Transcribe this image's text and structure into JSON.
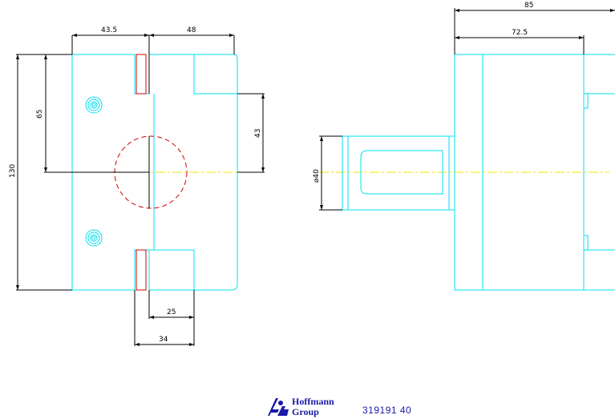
{
  "drawing": {
    "colors": {
      "outline": "#00e0f0",
      "dimension": "#000000",
      "centerline": "#e8e800",
      "hidden": "#cc0000",
      "clamp": "#cc0000",
      "brand": "#1a1aa8"
    },
    "front_view": {
      "dims": {
        "width_left": "43.5",
        "width_right": "48",
        "height_total": "130",
        "height_center": "65",
        "height_cutout": "43",
        "slot_width": "25",
        "slot_outer": "34"
      }
    },
    "side_view": {
      "dims": {
        "length_total": "85",
        "length_body": "72.5",
        "shank_dia": "⌀40"
      }
    }
  },
  "branding": {
    "logo_line1": "Hoffmann",
    "logo_line2": "Group",
    "logo_icon": "hoffmann-logo-icon",
    "part_number": "319191 40"
  }
}
